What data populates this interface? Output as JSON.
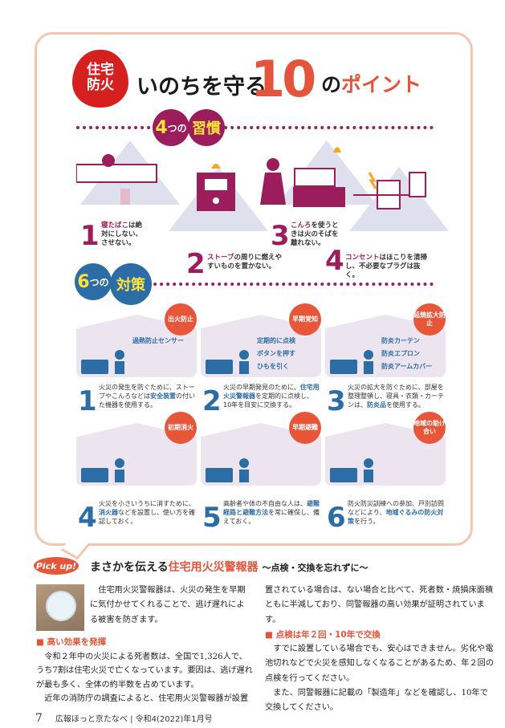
{
  "header": {
    "flame_label": "住宅\n防火",
    "title_part1": "いのちを守る",
    "title_number": "10",
    "title_no": "の",
    "title_part2": "ポイント"
  },
  "habits": {
    "heading": {
      "count": "4",
      "tsu": "つの",
      "word": "習慣"
    },
    "items": [
      {
        "num": "1",
        "highlight": "寝たばこ",
        "text": "は絶対にしない、させない。"
      },
      {
        "num": "2",
        "highlight": "ストーブ",
        "text": "の周りに燃えやすいものを置かない。"
      },
      {
        "num": "3",
        "highlight": "こんろ",
        "text": "を使うときは火のそばを離れない。"
      },
      {
        "num": "4",
        "highlight": "コンセント",
        "text": "はほこりを清掃し、不必要なプラグは抜く。"
      }
    ]
  },
  "measures": {
    "heading": {
      "count": "6",
      "tsu": "つの",
      "word": "対策"
    },
    "items": [
      {
        "num": "1",
        "badge": "出火防止",
        "labels": [
          "過熱防止センサー"
        ],
        "pre": "火災の発生を防ぐために、ストーブやこんろなどは",
        "highlight": "安全装置",
        "post": "の付いた機器を使用する。"
      },
      {
        "num": "2",
        "badge": "早期覚知",
        "labels": [
          "定期的に点検",
          "ボタンを押す",
          "ひもを引く"
        ],
        "pre": "火災の早期発見のために、",
        "highlight": "住宅用火災警報器",
        "post": "を定期的に点検し、10年を目安に交換する。"
      },
      {
        "num": "3",
        "badge": "延焼拡大防止",
        "labels": [
          "防炎カーテン",
          "防炎エプロン",
          "防炎アームカバー"
        ],
        "pre": "火災の拡大を防ぐために、部屋を整理整頓し、寝具・衣類・カーテンは、",
        "highlight": "防炎品",
        "post": "を使用する。"
      },
      {
        "num": "4",
        "badge": "初期消火",
        "labels": [],
        "pre": "火災を小さいうちに消すために、",
        "highlight": "消火器",
        "post": "などを設置し、使い方を確認しておく。"
      },
      {
        "num": "5",
        "badge": "早期避難",
        "labels": [],
        "pre": "高齢者や体の不自由な人は、",
        "highlight": "避難経路と避難方法",
        "post": "を常に確保し、備えておく。"
      },
      {
        "num": "6",
        "badge": "地域の助け合い",
        "labels": [],
        "pre": "防火防災訓練への参加、戸別訪問などにより、",
        "highlight": "地域ぐるみの防火対策",
        "post": "を行う。"
      }
    ]
  },
  "pickup": {
    "tag": "Pick up!",
    "title_black": "まさかを伝える",
    "title_red": "住宅用火災警報器",
    "subtitle": "～点検・交換を忘れずに～",
    "intro": "住宅用火災警報器は、火災の発生を早期に気付かせてくれることで、逃げ遅れによる被害を防ぎます。",
    "section1_heading": "■ 高い効果を発揮",
    "section1_p1": "令和２年中の火災による死者数は、全国で1,326人で、うち7割は住宅火災で亡くなっています。要因は、逃げ遅れが最も多く、全体の約半数を占めています。",
    "section1_p2": "近年の消防庁の調査によると、住宅用火災警報器が設置されている場合は、ない場合と比べて、死者数・焼損床面積ともに半減しており、同警報器の高い効果が証明されています。",
    "section2_heading": "■ 点検は年２回・10年で交換",
    "section2_p1": "すでに設置している場合でも、安心はできません。劣化や電池切れなどで火災を感知しなくなることがあるため、年２回の点検を行ってください。",
    "section2_p2": "また、同警報器に記載の「製造年」などを確認し、10年で交換してください。"
  },
  "footer": {
    "page": "7",
    "publication": "広報ほっと京たなべ",
    "separator": "|",
    "issue": "令和4(2022)年1月号"
  }
}
